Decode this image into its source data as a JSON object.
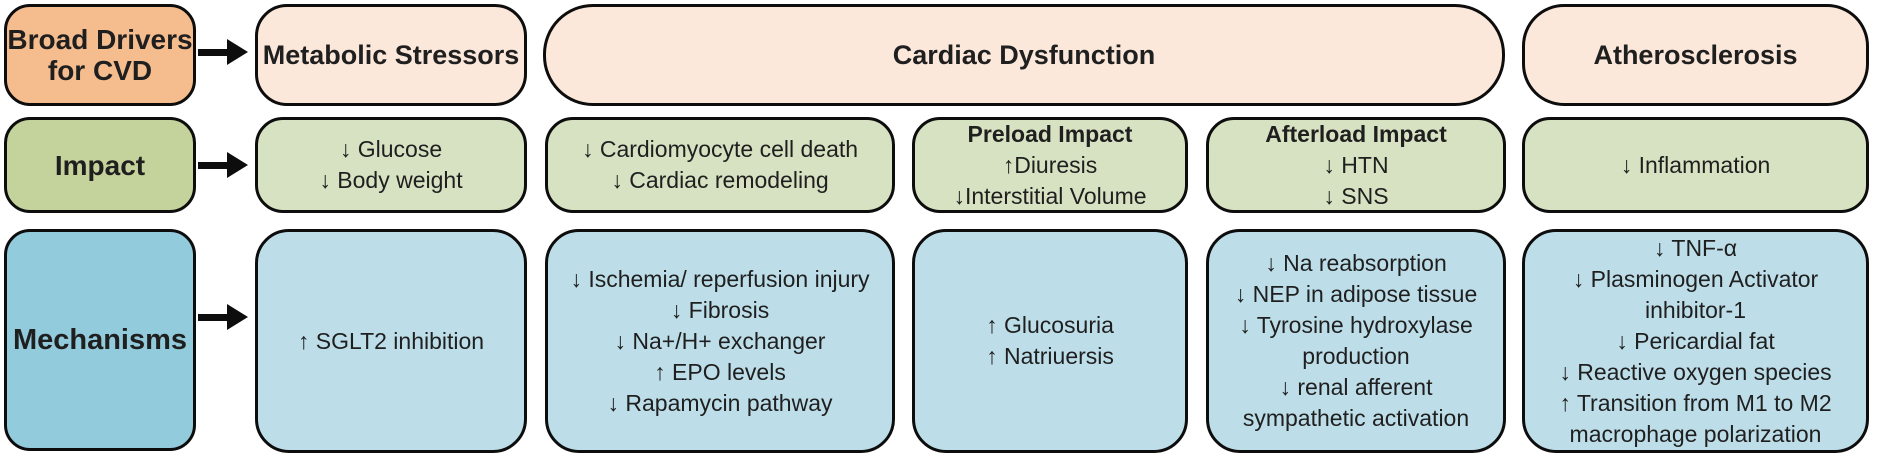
{
  "colors": {
    "driver_label": "#F5BD8E",
    "header_fill": "#FBE8DB",
    "impact_label": "#C4D39B",
    "impact_fill": "#D6E2C1",
    "mechanism_label": "#92CBDC",
    "mechanism_fill": "#BDDEE9",
    "border": "#0d0d0d",
    "text": "#1f1f1f"
  },
  "row_labels": {
    "drivers": {
      "line1": "Broad Drivers",
      "line2": "for CVD"
    },
    "impact": "Impact",
    "mechanisms": "Mechanisms"
  },
  "headers": {
    "metabolic": "Metabolic Stressors",
    "cardiac": "Cardiac Dysfunction",
    "athero": "Atherosclerosis"
  },
  "impact": {
    "metabolic": {
      "lines": [
        "↓ Glucose",
        "↓ Body weight"
      ]
    },
    "cardiac_general": {
      "lines": [
        "↓ Cardiomyocyte cell death",
        "↓ Cardiac remodeling"
      ]
    },
    "preload": {
      "title": "Preload Impact",
      "lines": [
        "↑Diuresis",
        "↓Interstitial Volume"
      ]
    },
    "afterload": {
      "title": "Afterload Impact",
      "lines": [
        "↓ HTN",
        "↓ SNS"
      ]
    },
    "athero": {
      "lines": [
        "↓ Inflammation"
      ]
    }
  },
  "mechanisms": {
    "metabolic": {
      "lines": [
        "↑ SGLT2 inhibition"
      ]
    },
    "cardiac_general": {
      "lines": [
        "↓ Ischemia/ reperfusion injury",
        "↓ Fibrosis",
        "↓ Na+/H+ exchanger",
        "↑ EPO levels",
        "↓ Rapamycin pathway"
      ]
    },
    "preload": {
      "lines": [
        "↑ Glucosuria",
        "↑ Natriuersis"
      ]
    },
    "afterload": {
      "lines": [
        "↓ Na reabsorption",
        "↓ NEP in adipose tissue",
        "↓ Tyrosine hydroxylase production",
        "↓ renal afferent sympathetic activation"
      ]
    },
    "athero": {
      "lines": [
        "↓ TNF-α",
        "↓ Plasminogen Activator inhibitor-1",
        "↓ Pericardial fat",
        "↓ Reactive oxygen species",
        "↑ Transition from M1 to M2 macrophage polarization"
      ]
    }
  }
}
